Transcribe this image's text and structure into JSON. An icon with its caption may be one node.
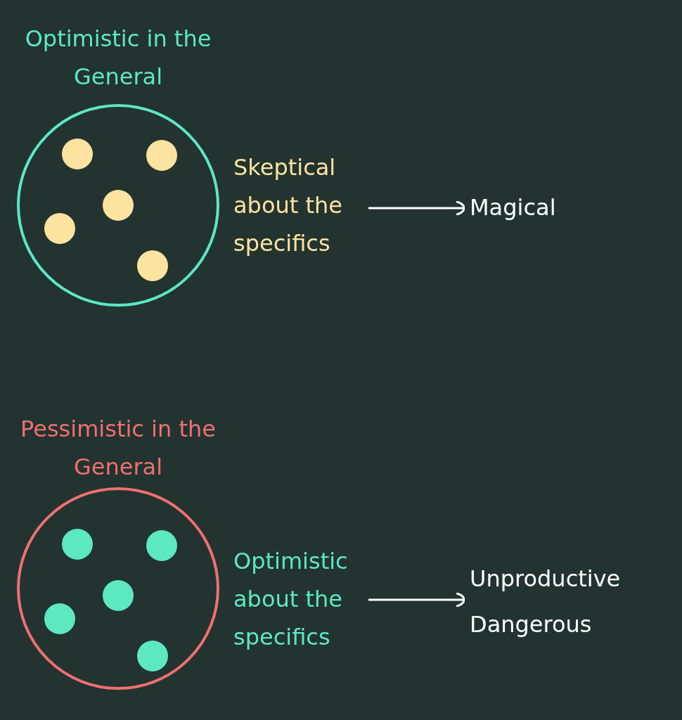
{
  "diagram": {
    "nodes": [
      {
        "text": [
          "Optimistic in the General"
        ]
      },
      {
        "text": [],
        "shape": "circle",
        "in": 0
      },
      {
        "text": [],
        "shape": "circle",
        "in": 0
      },
      {
        "text": [],
        "shape": "circle",
        "in": 0
      },
      {
        "text": [],
        "shape": "circle",
        "in": 0
      },
      {
        "text": [],
        "shape": "circle",
        "in": 0
      },
      {
        "text": [
          "Skeptical about the specifics"
        ]
      },
      {
        "text": [
          "Magical"
        ]
      },
      {
        "text": [
          "Pessimistic in the General"
        ]
      },
      {
        "text": [],
        "shape": "circle",
        "in": 8
      },
      {
        "text": [],
        "shape": "circle",
        "in": 8
      },
      {
        "text": [],
        "shape": "circle",
        "in": 8
      },
      {
        "text": [],
        "shape": "circle",
        "in": 8
      },
      {
        "text": [],
        "shape": "circle",
        "in": 8
      },
      {
        "text": [
          "Optimistic about the specifics"
        ]
      },
      {
        "text": [
          "Unproductive",
          "Dangerous"
        ]
      }
    ],
    "edges": [
      {
        "from": 6,
        "to": 7,
        "arrow": "to"
      },
      {
        "from": 14,
        "to": 15,
        "arrow": "to"
      }
    ]
  }
}
